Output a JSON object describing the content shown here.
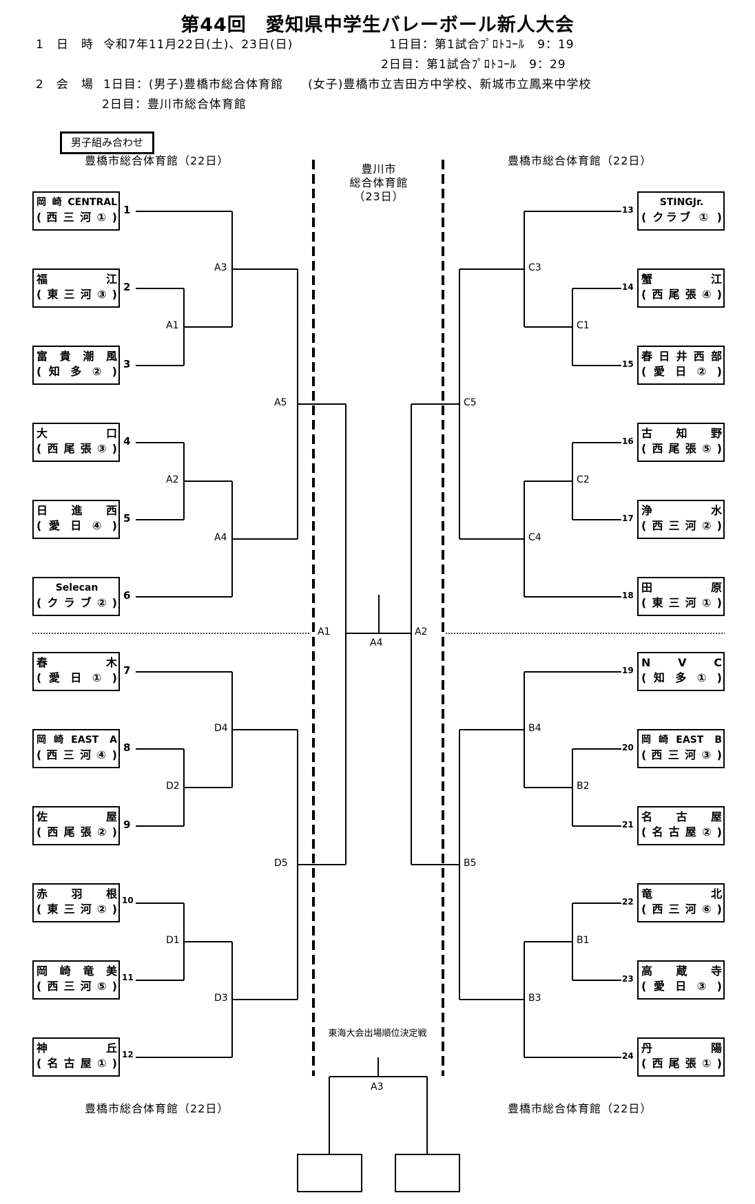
{
  "header": {
    "title": "第44回　愛知県中学生バレーボール新人大会",
    "date_label": "1　日　時",
    "date_value": "令和7年11月22日(土)、23日(日)",
    "day1_protocol": "1日目：第1試合ﾌﾟﾛﾄｺｰﾙ　9：19",
    "day2_protocol": "2日目：第1試合ﾌﾟﾛﾄｺｰﾙ　9：29",
    "venue_label": "2　会　場",
    "venue_day1": "1日目：(男子)豊橋市総合体育館　　(女子)豊橋市立吉田方中学校、新城市立鳳来中学校",
    "venue_day2": "2日目：豊川市総合体育館"
  },
  "bracket": {
    "section_tag": "男子組み合わせ",
    "venue_top_left": "豊橋市総合体育館（22日）",
    "venue_top_right": "豊橋市総合体育館（22日）",
    "venue_bottom_left": "豊橋市総合体育館（22日）",
    "venue_bottom_right": "豊橋市総合体育館（22日）",
    "center_venue": [
      "豊川市",
      "総合体育館",
      "（23日）"
    ],
    "final_note": "東海大会出場順位決定戦",
    "teams": [
      {
        "seed": "1",
        "name": "岡 崎 CENTRAL",
        "region": "( 西 三 河 ① )",
        "center": false
      },
      {
        "seed": "2",
        "name": "福　　　江",
        "region": "(東三河③)",
        "center": false
      },
      {
        "seed": "3",
        "name": "富貴潮風",
        "region": "( 知 多 ② )",
        "center": false
      },
      {
        "seed": "4",
        "name": "大　　　口",
        "region": "(西尾張③)",
        "center": false
      },
      {
        "seed": "5",
        "name": "日　進　西",
        "region": "( 愛 日 ④ )",
        "center": false
      },
      {
        "seed": "6",
        "name": "Selecan",
        "region": "(クラブ②)",
        "center": true
      },
      {
        "seed": "7",
        "name": "春　　　木",
        "region": "( 愛 日 ① )",
        "center": false
      },
      {
        "seed": "8",
        "name": "岡崎EAST A",
        "region": "( 西 三 河 ④ )",
        "center": false
      },
      {
        "seed": "9",
        "name": "佐　　　屋",
        "region": "(西尾張②)",
        "center": false
      },
      {
        "seed": "10",
        "name": "赤　羽　根",
        "region": "(東三河②)",
        "center": false
      },
      {
        "seed": "11",
        "name": "岡崎竜美",
        "region": "(西三河⑤)",
        "center": false
      },
      {
        "seed": "12",
        "name": "神　　　丘",
        "region": "(名古屋①)",
        "center": false
      },
      {
        "seed": "13",
        "name": "STINGJr.",
        "region": "( クラブ ① )",
        "center": true
      },
      {
        "seed": "14",
        "name": "蟹　　　江",
        "region": "(西尾張④)",
        "center": false
      },
      {
        "seed": "15",
        "name": "春日井西部",
        "region": "( 愛 日 ② )",
        "center": false
      },
      {
        "seed": "16",
        "name": "古　知　野",
        "region": "(西尾張⑤)",
        "center": false
      },
      {
        "seed": "17",
        "name": "浄　　　水",
        "region": "(西三河②)",
        "center": false
      },
      {
        "seed": "18",
        "name": "田　　　原",
        "region": "(東三河①)",
        "center": false
      },
      {
        "seed": "19",
        "name": "N　V　C",
        "region": "( 知 多 ① )",
        "center": false
      },
      {
        "seed": "20",
        "name": "岡崎EAST B",
        "region": "( 西 三 河 ③ )",
        "center": false
      },
      {
        "seed": "21",
        "name": "名　古　屋",
        "region": "(名古屋②)",
        "center": false
      },
      {
        "seed": "22",
        "name": "竜　　　北",
        "region": "(西三河⑥)",
        "center": false
      },
      {
        "seed": "23",
        "name": "高　蔵　寺",
        "region": "( 愛 日 ③ )",
        "center": false
      },
      {
        "seed": "24",
        "name": "丹　　　陽",
        "region": "(西尾張①)",
        "center": false
      }
    ],
    "match_labels": {
      "A1": "A1",
      "A2": "A2",
      "A3": "A3",
      "A4": "A4",
      "A5": "A5",
      "C1": "C1",
      "C2": "C2",
      "C3": "C3",
      "C4": "C4",
      "C5": "C5",
      "D1": "D1",
      "D2": "D2",
      "D3": "D3",
      "D4": "D4",
      "D5": "D5",
      "B1": "B1",
      "B2": "B2",
      "B3": "B3",
      "B4": "B4",
      "B5": "B5",
      "semi_left": "A1",
      "semi_right": "A2",
      "final": "A4",
      "third_place": "A3"
    }
  }
}
